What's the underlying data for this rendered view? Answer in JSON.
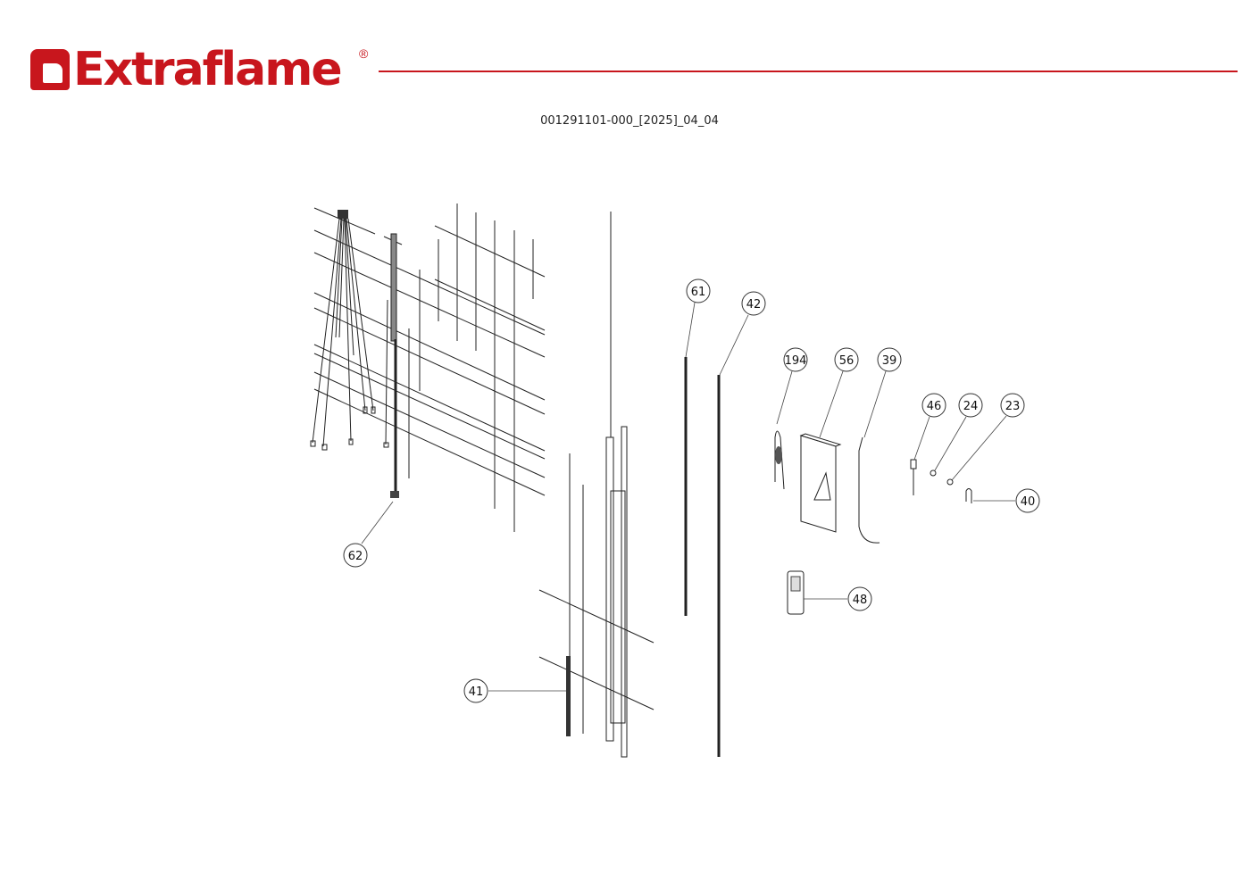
{
  "header": {
    "brand": "Extraflame",
    "registered": "®",
    "document_code": "001291101-000_[2025]_04_04"
  },
  "callouts": {
    "c61": "61",
    "c42": "42",
    "c194": "194",
    "c56": "56",
    "c39": "39",
    "c46": "46",
    "c24": "24",
    "c23": "23",
    "c40": "40",
    "c62": "62",
    "c48": "48",
    "c41": "41"
  }
}
